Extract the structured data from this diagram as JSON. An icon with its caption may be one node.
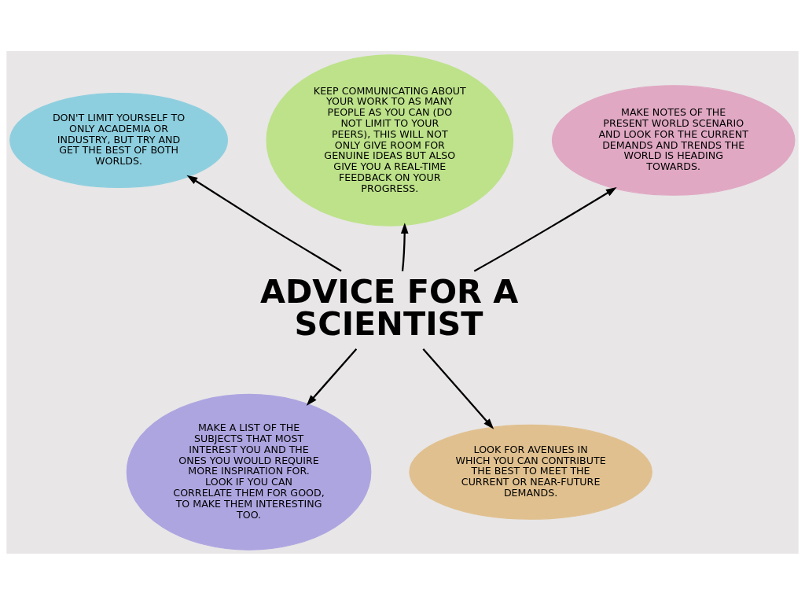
{
  "diagram": {
    "nodes": [
      {
        "text": [
          "ADVICE FOR A SCIENTIST"
        ]
      },
      {
        "text": [
          "DON'T LIMIT YOURSELF TO ONLY ACADEMIA OR INDUSTRY, BUT TRY AND GET THE BEST OF BOTH WORLDS."
        ]
      },
      {
        "text": [
          "KEEP COMMUNICATING ABOUT YOUR WORK TO AS MANY PEOPLE AS YOU CAN (DO NOT LIMIT TO YOUR PEERS), THIS WILL NOT ONLY GIVE ROOM FOR GENUINE IDEAS BUT ALSO GIVE YOU A REAL-TIME FEEDBACK ON YOUR PROGRESS."
        ]
      },
      {
        "text": [
          "MAKE NOTES OF THE PRESENT WORLD SCENARIO AND LOOK FOR THE CURRENT DEMANDS AND TRENDS THE WORLD IS HEADING TOWARDS."
        ]
      },
      {
        "text": [
          "MAKE A LIST OF THE SUBJECTS THAT MOST INTEREST YOU AND THE ONES YOU WOULD REQUIRE MORE INSPIRATION FOR. LOOK IF YOU CAN CORRELATE THEM FOR GOOD, TO MAKE THEM INTERESTING TOO."
        ]
      },
      {
        "text": [
          "LOOK FOR AVENUES IN WHICH YOU CAN CONTRIBUTE THE BEST TO MEET THE CURRENT OR NEAR-FUTURE DEMANDS."
        ]
      }
    ],
    "edges": [
      {
        "from": 0,
        "to": 1,
        "arrow": "to"
      },
      {
        "from": 0,
        "to": 2,
        "arrow": "to"
      },
      {
        "from": 0,
        "to": 3,
        "arrow": "to"
      },
      {
        "from": 0,
        "to": 4,
        "arrow": "to"
      },
      {
        "from": 0,
        "to": 5,
        "arrow": "to"
      }
    ]
  }
}
